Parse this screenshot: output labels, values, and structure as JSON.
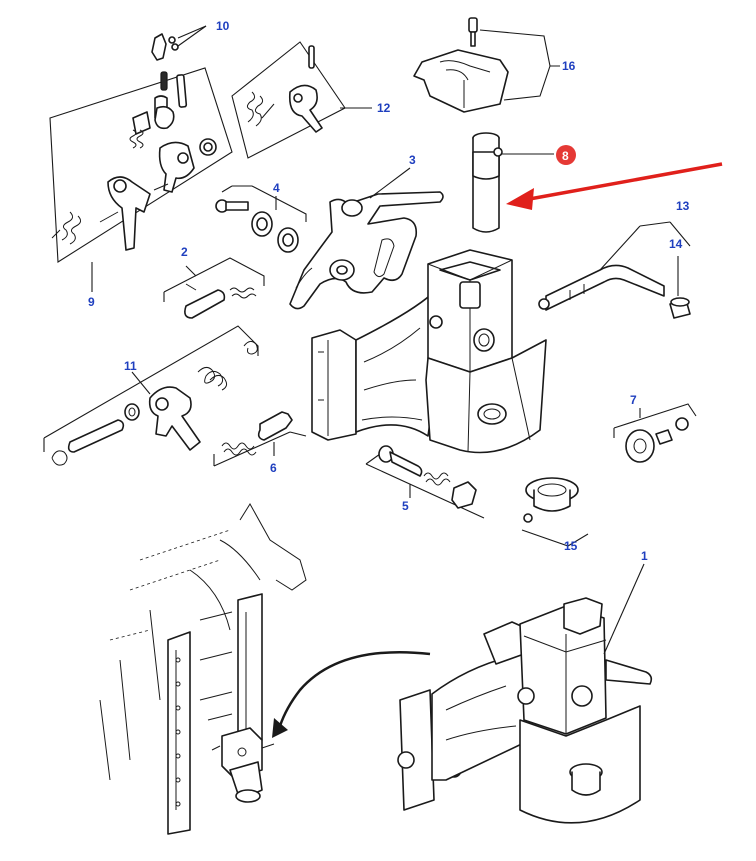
{
  "diagram": {
    "callouts": [
      "1",
      "2",
      "3",
      "4",
      "5",
      "6",
      "7",
      "8",
      "9",
      "10",
      "11",
      "12",
      "13",
      "14",
      "15",
      "16"
    ],
    "highlighted_callout": "8",
    "colors": {
      "callout_text": "#1f3fbf",
      "highlight_badge": "#e53935",
      "pointer_arrow": "#e0201b",
      "line": "#1a1a1a"
    }
  }
}
